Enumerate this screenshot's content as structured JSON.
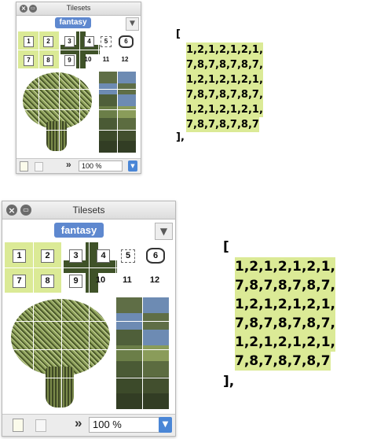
{
  "panel_small": {
    "title": "Tilesets",
    "tab": "fantasy",
    "menu_icon": "chevron-down-icon",
    "zoom": "100 %",
    "more_label": "»",
    "dropdown_icon": "chevron-down-icon",
    "tile_numbers": [
      "1",
      "2",
      "3",
      "4",
      "5",
      "6",
      "7",
      "8",
      "9",
      "10",
      "11",
      "12"
    ]
  },
  "panel_large": {
    "title": "Tilesets",
    "tab": "fantasy",
    "menu_icon": "chevron-down-icon",
    "zoom": "100 %",
    "more_label": "»",
    "dropdown_icon": "chevron-down-icon",
    "tile_numbers": [
      "1",
      "2",
      "3",
      "4",
      "5",
      "6",
      "7",
      "8",
      "9",
      "10",
      "11",
      "12"
    ]
  },
  "code_small": {
    "open": "[",
    "rows": [
      "1,2,1,2,1,2,1,",
      "7,8,7,8,7,8,7,",
      "1,2,1,2,1,2,1,",
      "7,8,7,8,7,8,7,",
      "1,2,1,2,1,2,1,",
      "7,8,7,8,7,8,7"
    ],
    "close": "],"
  },
  "code_large": {
    "open": "[",
    "rows": [
      "1,2,1,2,1,2,1,",
      "7,8,7,8,7,8,7,",
      "1,2,1,2,1,2,1,",
      "7,8,7,8,7,8,7,",
      "1,2,1,2,1,2,1,",
      "7,8,7,8,7,8,7"
    ],
    "close": "],"
  },
  "colors": {
    "selection": "#dbea96",
    "tab": "#5e88cf",
    "dropdown": "#4a86d6"
  }
}
